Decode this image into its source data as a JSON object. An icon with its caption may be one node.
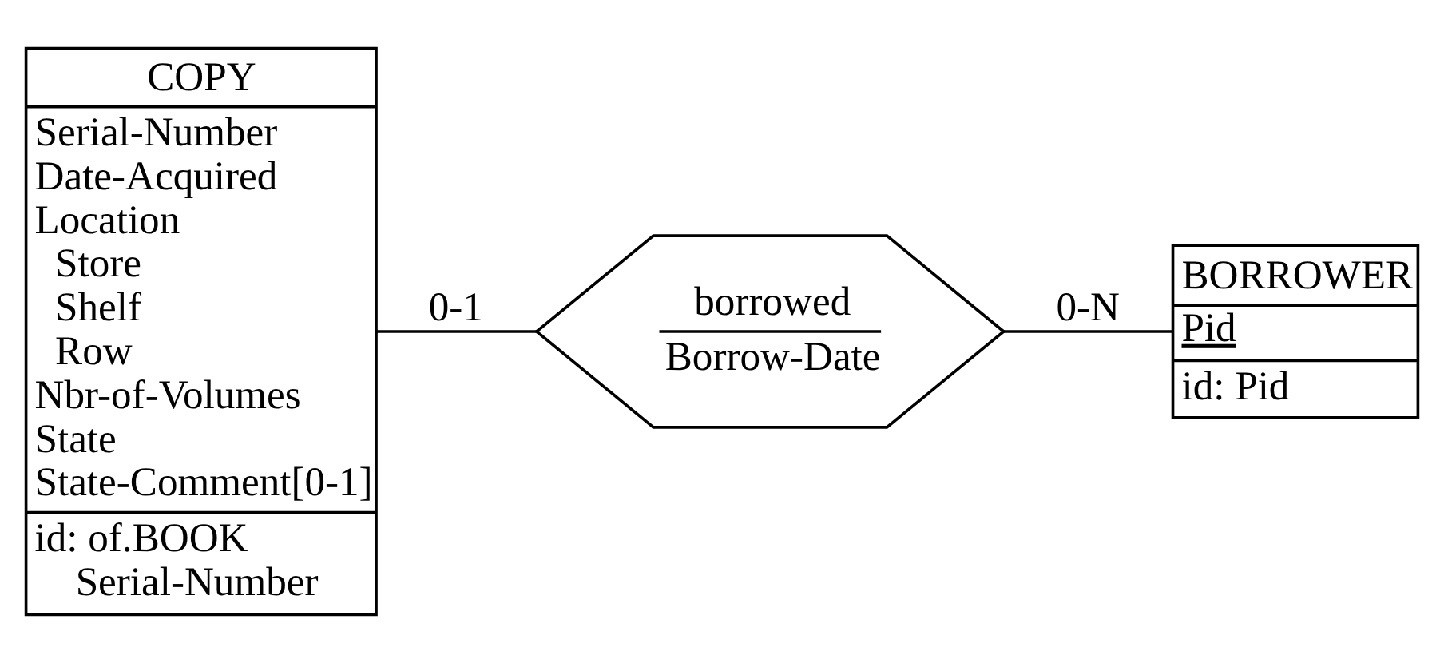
{
  "diagram": {
    "nodes": [
      {
        "text": [
          "COPY",
          "Serial-Number",
          "Date-Acquired",
          "Location",
          "Store",
          "Shelf",
          "Row",
          "Nbr-of-Volumes",
          "State",
          "State-Comment[0-1]",
          "id: of.BOOK",
          "Serial-Number"
        ]
      },
      {
        "text": [
          "borrowed",
          "Borrow-Date"
        ]
      },
      {
        "text": [
          "BORROWER",
          "Pid",
          "id: Pid"
        ]
      }
    ],
    "edges": [
      {
        "from": 0,
        "to": 1,
        "arrow": "none",
        "label": "0-1"
      },
      {
        "from": 1,
        "to": 2,
        "arrow": "none",
        "label": "0-N"
      }
    ]
  }
}
